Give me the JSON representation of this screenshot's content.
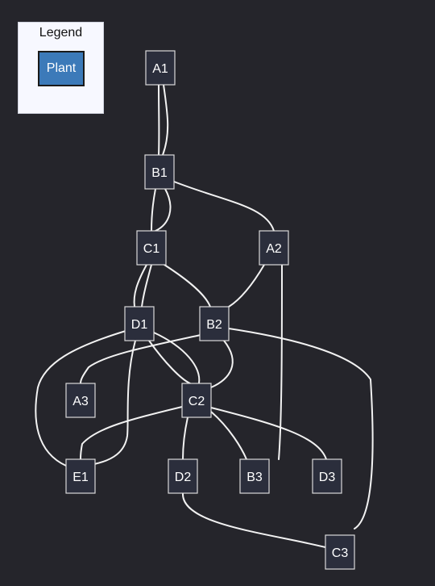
{
  "legend": {
    "title": "Legend",
    "items": [
      {
        "label": "Plant",
        "color": "#3c7ab9"
      }
    ]
  },
  "colors": {
    "background": "#25252b",
    "node_fill": "#2b2e3c",
    "node_stroke": "#d9d9d9",
    "edge": "#f2f2f2"
  },
  "nodes": [
    {
      "id": "A1",
      "label": "A1"
    },
    {
      "id": "B1",
      "label": "B1"
    },
    {
      "id": "C1",
      "label": "C1"
    },
    {
      "id": "A2",
      "label": "A2"
    },
    {
      "id": "D1",
      "label": "D1"
    },
    {
      "id": "B2",
      "label": "B2"
    },
    {
      "id": "A3",
      "label": "A3"
    },
    {
      "id": "C2",
      "label": "C2"
    },
    {
      "id": "E1",
      "label": "E1"
    },
    {
      "id": "D2",
      "label": "D2"
    },
    {
      "id": "B3",
      "label": "B3"
    },
    {
      "id": "D3",
      "label": "D3"
    },
    {
      "id": "C3",
      "label": "C3"
    }
  ],
  "edges": [
    {
      "from": "A1",
      "to": "B1"
    },
    {
      "from": "A1",
      "to": "B1"
    },
    {
      "from": "B1",
      "to": "C1"
    },
    {
      "from": "B1",
      "to": "C1"
    },
    {
      "from": "B1",
      "to": "A2"
    },
    {
      "from": "C1",
      "to": "D1"
    },
    {
      "from": "C1",
      "to": "D1"
    },
    {
      "from": "C1",
      "to": "B2"
    },
    {
      "from": "A2",
      "to": "B2"
    },
    {
      "from": "A2",
      "to": "B3"
    },
    {
      "from": "D1",
      "to": "E1"
    },
    {
      "from": "D1",
      "to": "E1"
    },
    {
      "from": "D1",
      "to": "C2"
    },
    {
      "from": "D1",
      "to": "C2"
    },
    {
      "from": "B2",
      "to": "A3"
    },
    {
      "from": "B2",
      "to": "C2"
    },
    {
      "from": "B2",
      "to": "C3"
    },
    {
      "from": "C2",
      "to": "E1"
    },
    {
      "from": "C2",
      "to": "D2"
    },
    {
      "from": "C2",
      "to": "B3"
    },
    {
      "from": "C2",
      "to": "D3"
    },
    {
      "from": "D2",
      "to": "C3"
    }
  ]
}
